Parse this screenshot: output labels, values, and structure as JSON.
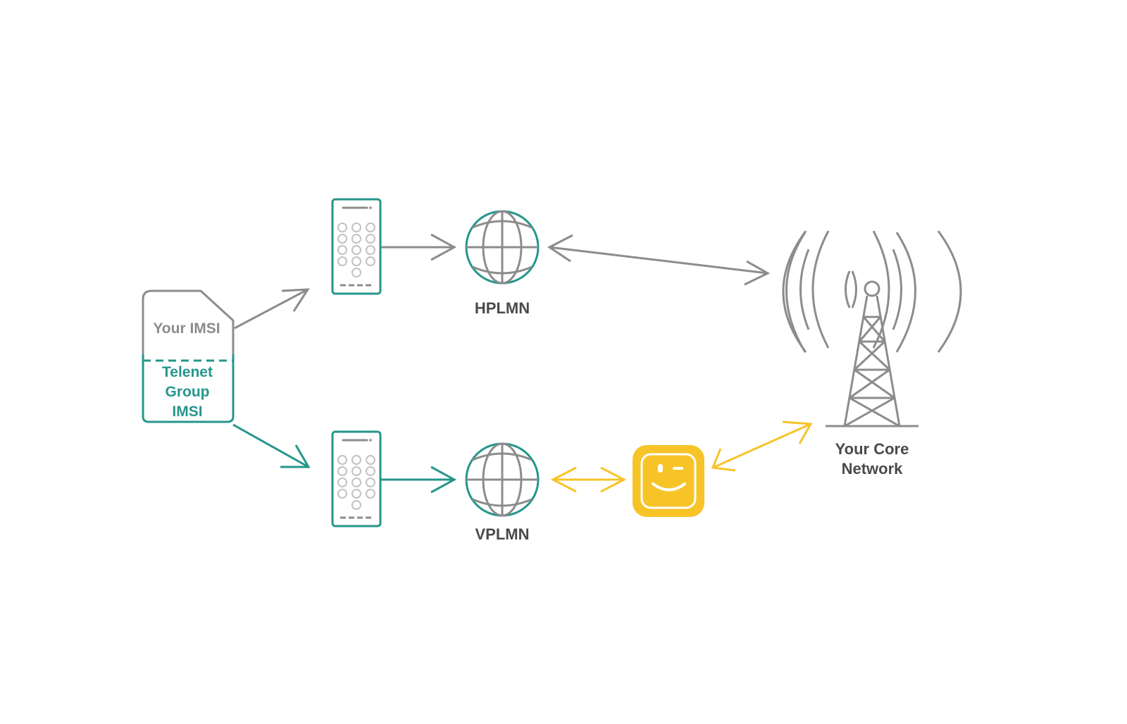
{
  "colors": {
    "gray": "#8c8c8c",
    "teal": "#25968c",
    "yellow": "#f7c428",
    "dark_text": "#4a4a4a",
    "light_gray": "#c2c2c2"
  },
  "sim": {
    "top_label": "Your IMSI",
    "bottom_label_lines": [
      "Telenet",
      "Group",
      "IMSI"
    ]
  },
  "networks": {
    "home": "HPLMN",
    "visited": "VPLMN"
  },
  "core": {
    "label_lines": [
      "Your Core",
      "Network"
    ]
  },
  "icons": {
    "sim": "sim-card-icon",
    "phone": "phone-keypad-icon",
    "globe": "globe-icon",
    "telenet": "telenet-wink-logo",
    "tower": "radio-tower-icon"
  }
}
